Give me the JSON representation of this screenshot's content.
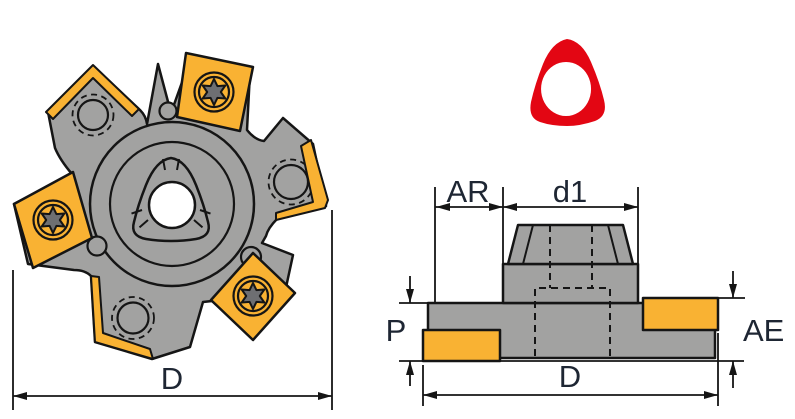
{
  "front_view": {
    "label_D": "D"
  },
  "side_view": {
    "label_AR": "AR",
    "label_d1": "d1",
    "label_P": "P",
    "label_AE": "AE",
    "label_D": "D"
  },
  "icons": {
    "insert_shape_badge": "trigon-ring-icon",
    "center_bore": "trigon-bore-icon",
    "insert_screw": "torx-screw-icon"
  },
  "colors": {
    "body": "#a2a2a1",
    "insert": "#f9b233",
    "screw": "#6e6f72",
    "red": "#e30613",
    "line": "#151515",
    "text": "#1e2633",
    "background": "#ffffff"
  }
}
